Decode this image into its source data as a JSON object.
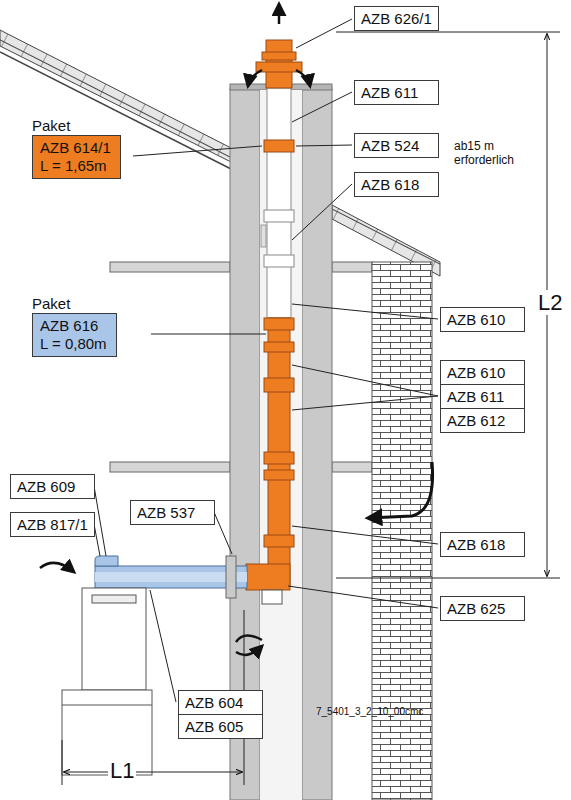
{
  "diagram": {
    "nodes": [
      {
        "text": [
          "AZB 626/1"
        ]
      },
      {
        "text": [
          "Paket",
          "AZB 614/1 L = 1,65m"
        ]
      },
      {
        "text": [
          "AZB 611"
        ]
      },
      {
        "text": [
          "AZB 524"
        ]
      },
      {
        "text": [
          "AZB 618"
        ]
      },
      {
        "text": [
          "Paket",
          "AZB 616 L = 0,80m"
        ]
      },
      {
        "text": [
          "AZB 610"
        ]
      },
      {
        "text": [
          "AZB 610"
        ]
      },
      {
        "text": [
          "AZB 611"
        ]
      },
      {
        "text": [
          "AZB 612"
        ]
      },
      {
        "text": [
          "AZB 609"
        ]
      },
      {
        "text": [
          "AZB 817/1"
        ]
      },
      {
        "text": [
          "AZB 537"
        ]
      },
      {
        "text": [
          "AZB 618"
        ]
      },
      {
        "text": [
          "AZB 625"
        ]
      },
      {
        "text": [
          "AZB 604"
        ]
      },
      {
        "text": [
          "AZB 605"
        ]
      }
    ],
    "labels": [
      "ab15 m erforderlich",
      "L2",
      "L1",
      "7_5401_3_2_10_00cmc"
    ]
  }
}
